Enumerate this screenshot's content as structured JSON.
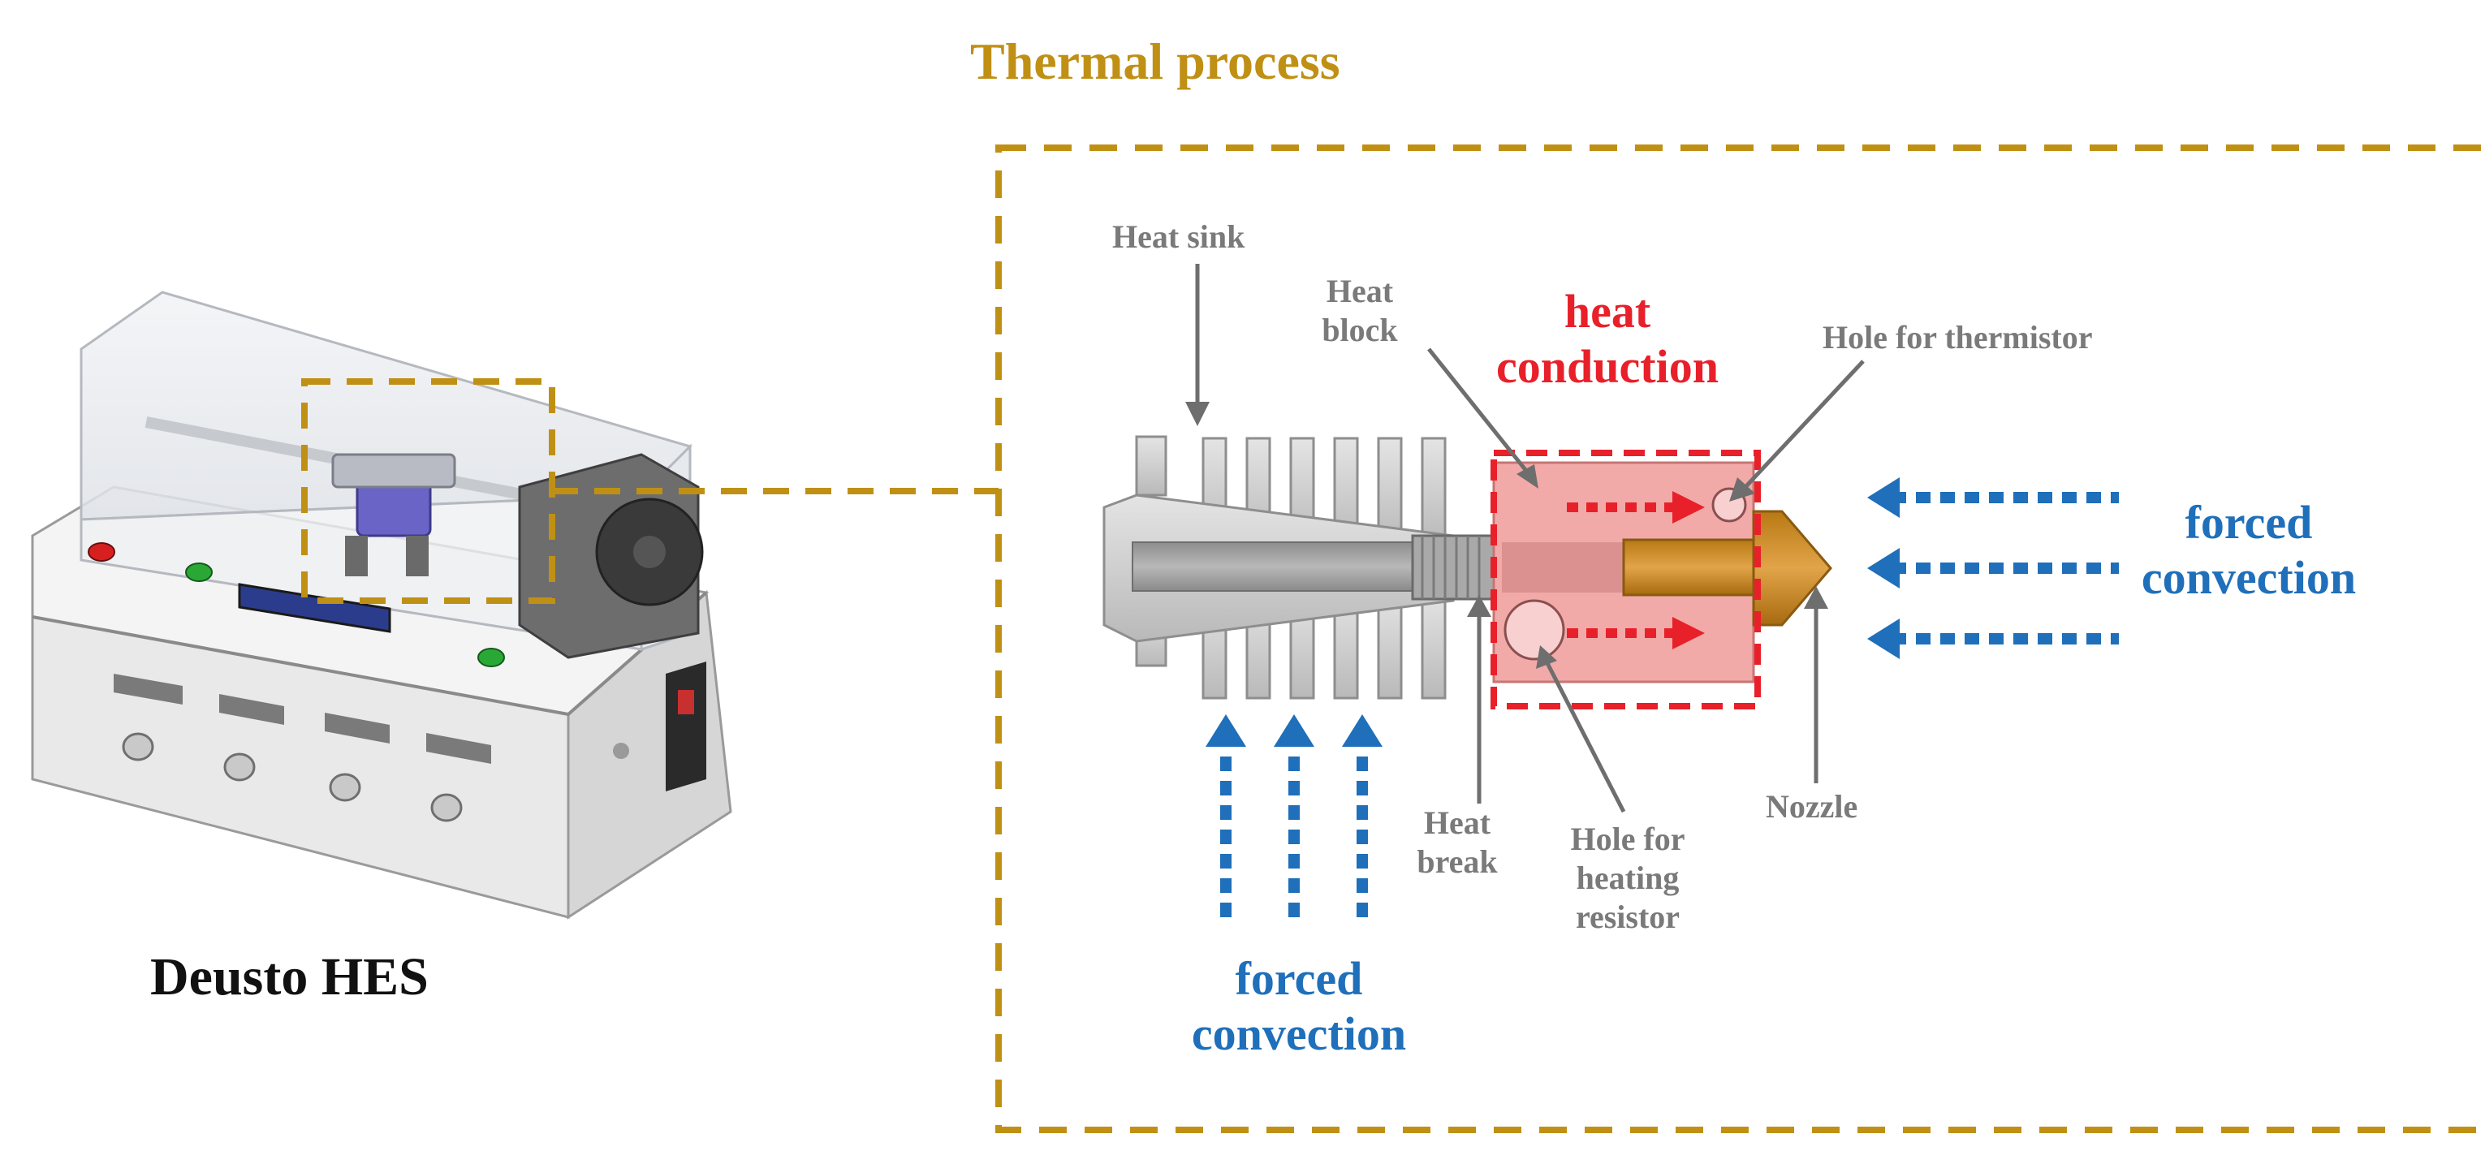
{
  "title": "Thermal process",
  "device_label": "Deusto HES",
  "labels": {
    "heat_sink": "Heat sink",
    "heat_block_line1": "Heat",
    "heat_block_line2": "block",
    "heat_conduction_line1": "heat",
    "heat_conduction_line2": "conduction",
    "hole_thermistor": "Hole for thermistor",
    "forced_convection_right_line1": "forced",
    "forced_convection_right_line2": "convection",
    "forced_convection_bottom_line1": "forced",
    "forced_convection_bottom_line2": "convection",
    "heat_break_line1": "Heat",
    "heat_break_line2": "break",
    "hole_heating_line1": "Hole for",
    "hole_heating_line2": "heating",
    "hole_heating_line3": "resistor",
    "nozzle": "Nozzle"
  },
  "colors": {
    "frame": "#c09015",
    "title": "#c09015",
    "label_gray": "#7a7a7a",
    "forced_convection": "#1f6fba",
    "heat_conduction": "#e8202a",
    "heat_zone_fill": "#f2aaa8",
    "nozzle_fill": "#c8851e"
  }
}
